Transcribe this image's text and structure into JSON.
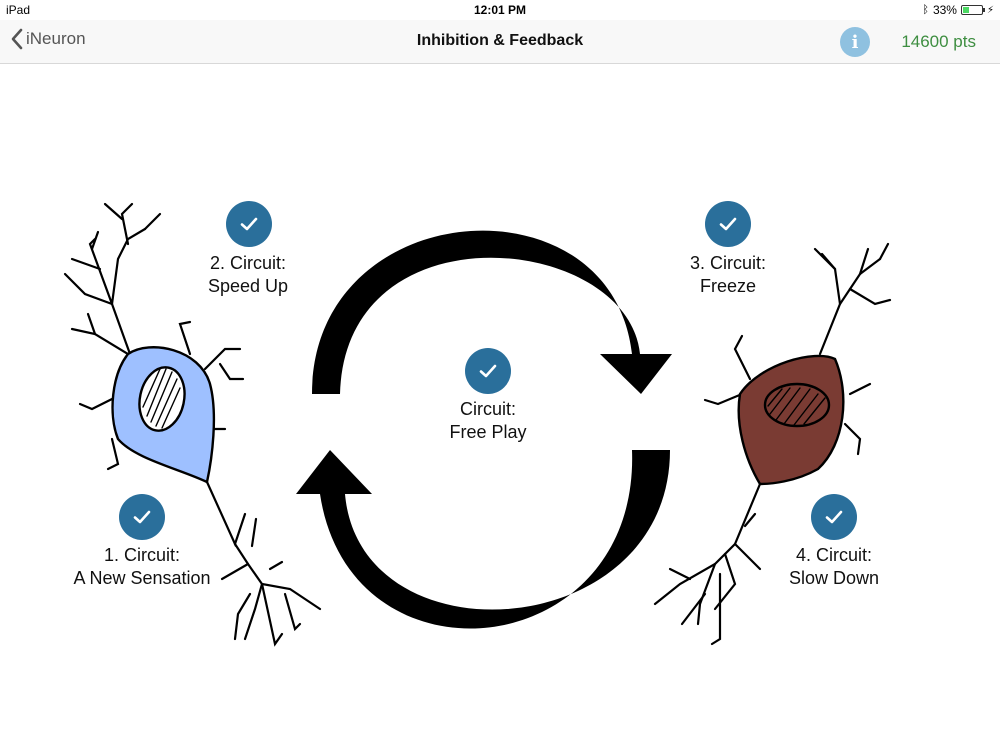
{
  "status": {
    "device": "iPad",
    "time": "12:01 PM",
    "battery": "33%",
    "battery_level": 0.33
  },
  "nav": {
    "back_label": "iNeuron",
    "title": "Inhibition & Feedback",
    "info_glyph": "i",
    "points": "14600 pts"
  },
  "colors": {
    "accent_blue": "#2a6f9b",
    "info_blue": "#8fc1e0",
    "points_green": "#3e8e41",
    "neuron_blue": "#9ec0ff",
    "neuron_brown": "#7a3b33"
  },
  "circuits": {
    "c1": {
      "line1": "1. Circuit:",
      "line2": "A New Sensation",
      "icon": "check-icon"
    },
    "c2": {
      "line1": "2. Circuit:",
      "line2": "Speed Up",
      "icon": "check-icon"
    },
    "c3": {
      "line1": "3. Circuit:",
      "line2": "Freeze",
      "icon": "check-icon"
    },
    "c4": {
      "line1": "4. Circuit:",
      "line2": "Slow Down",
      "icon": "check-icon"
    },
    "free": {
      "line1": "Circuit:",
      "line2": "Free Play",
      "icon": "check-icon"
    }
  }
}
